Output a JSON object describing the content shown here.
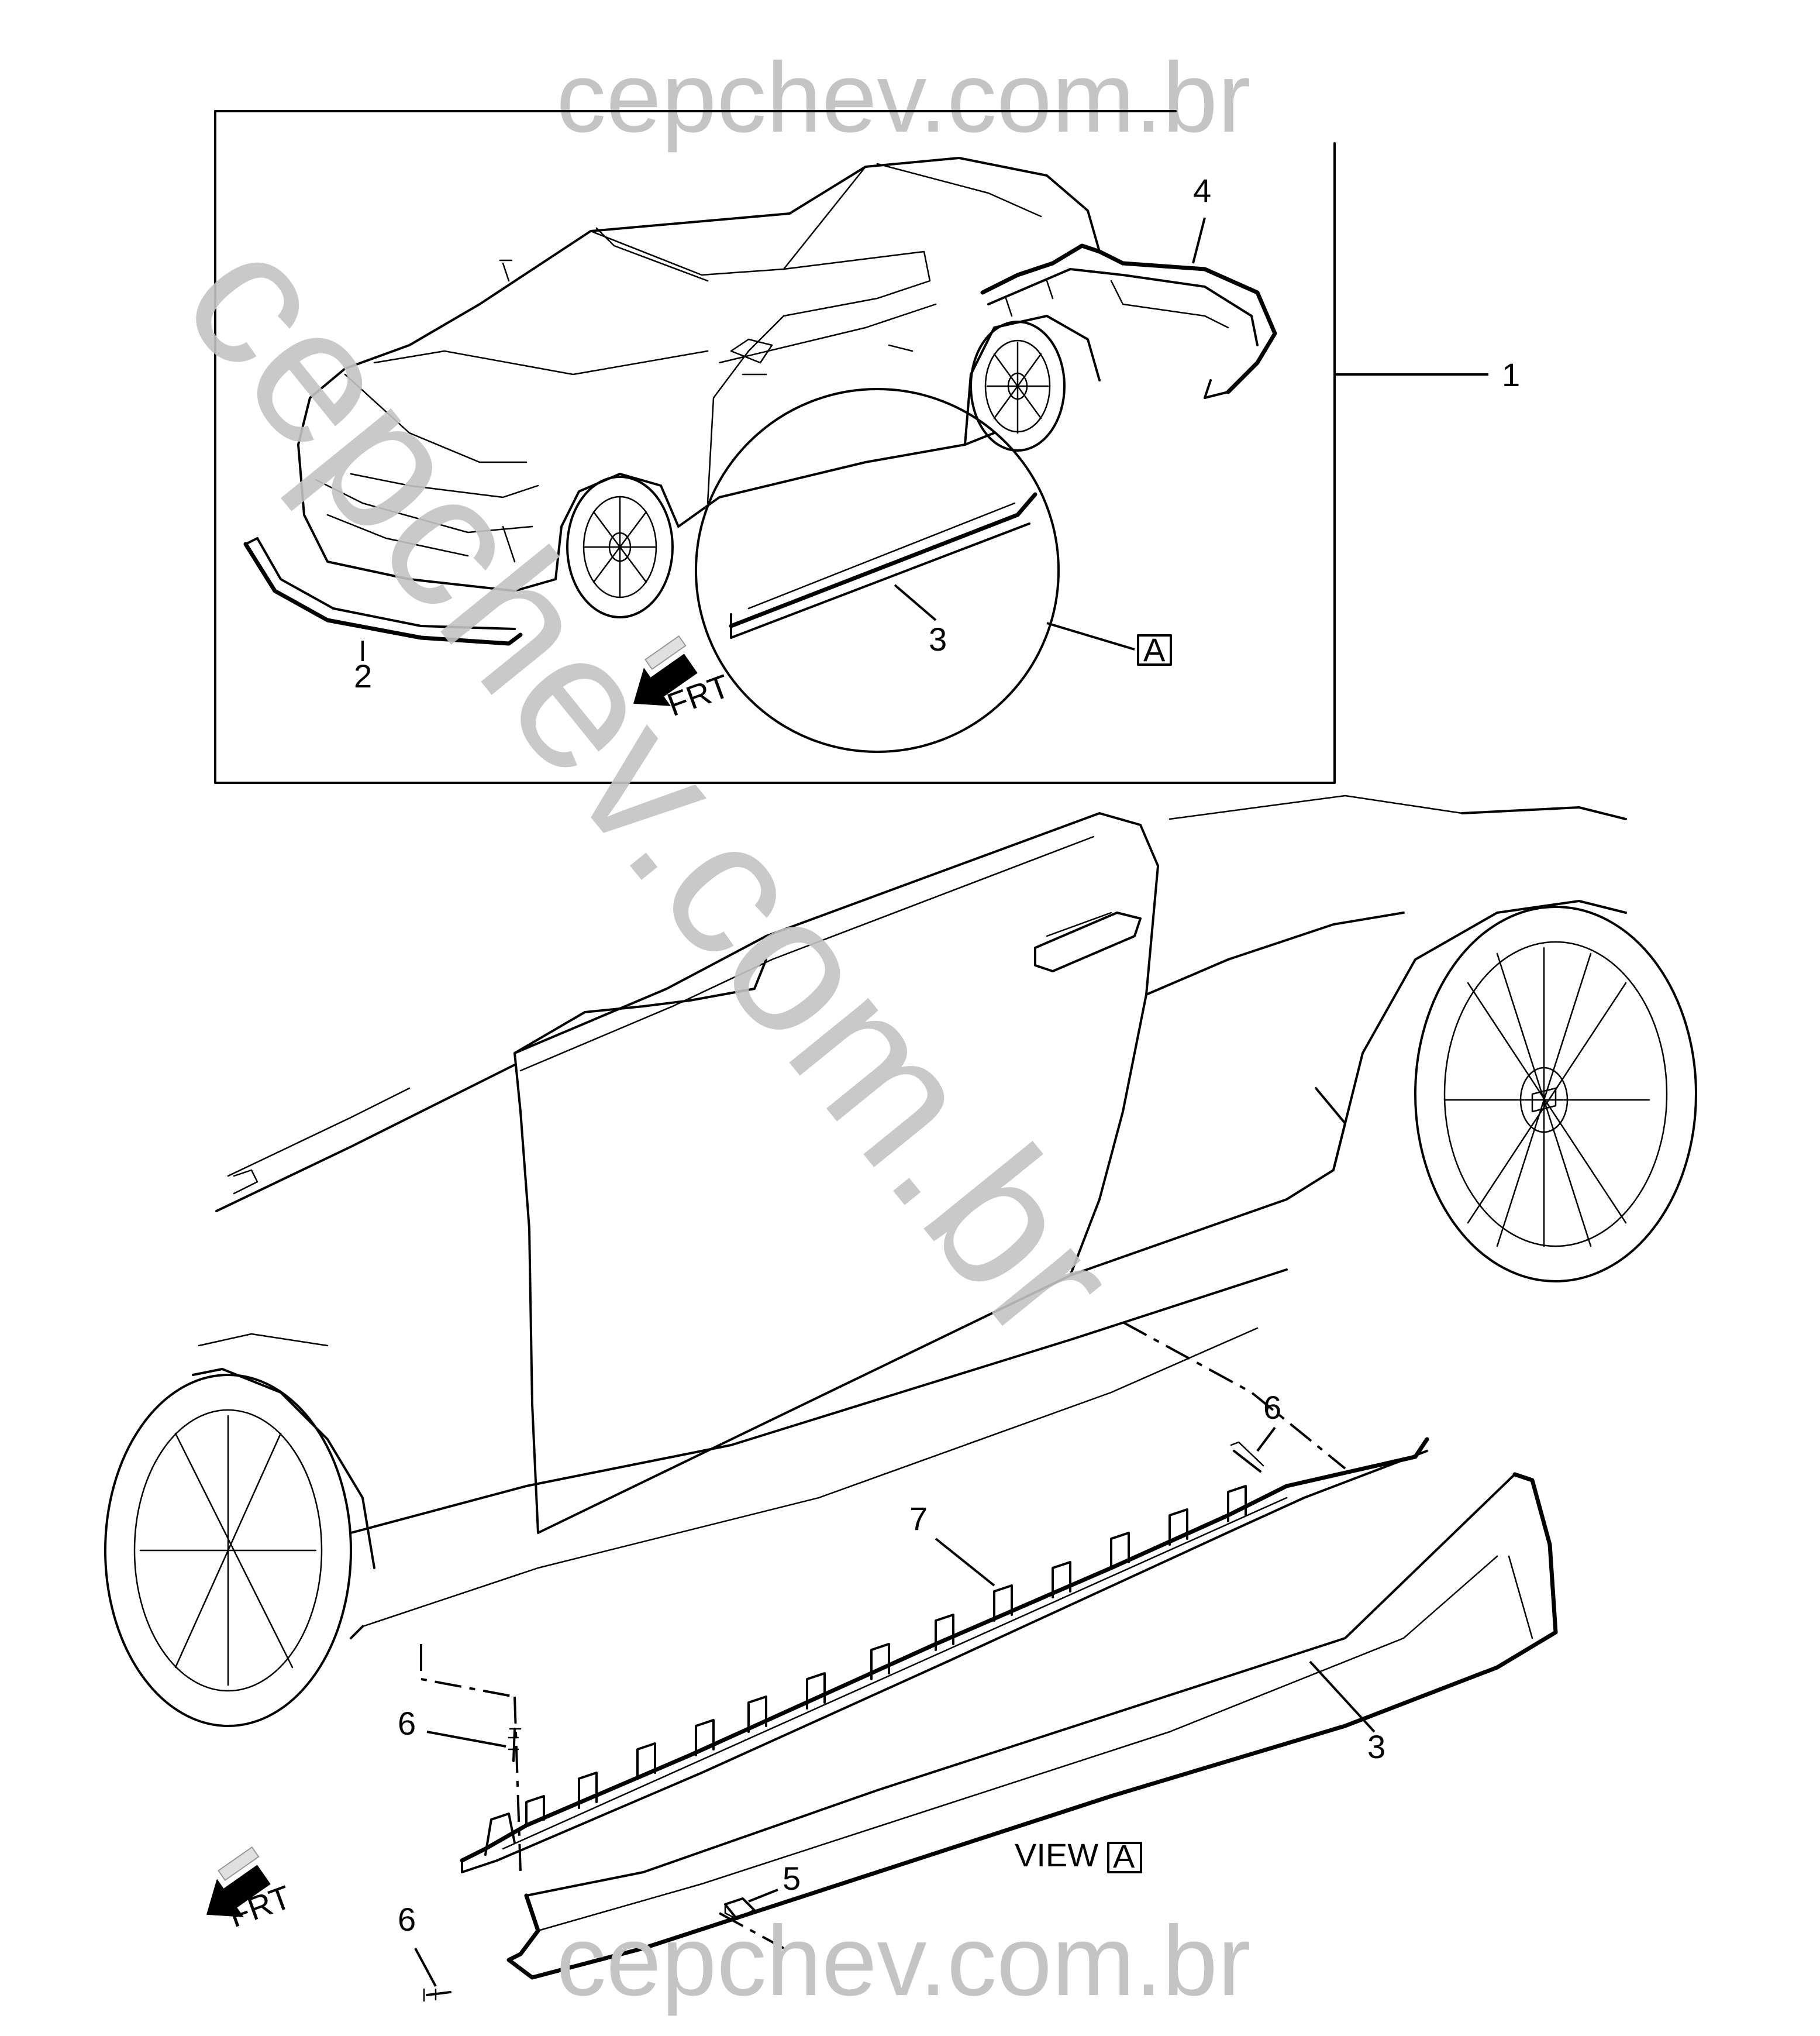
{
  "watermark": {
    "top": "cepchev.com.br",
    "diagonal": "cepchev.com.br",
    "bottom": "cepchev.com.br"
  },
  "callouts": {
    "c1": "1",
    "c2": "2",
    "c3_detail": "3",
    "c4": "4",
    "c5": "5",
    "c6_top": "6",
    "c6_mid": "6",
    "c6_bottom": "6",
    "c7": "7",
    "c3_main": "3"
  },
  "view_ref": {
    "letter": "A",
    "prefix": "VIEW",
    "letter_main": "A"
  },
  "frt_label": "FRT",
  "icons": [
    "front-direction-arrow-icon"
  ]
}
